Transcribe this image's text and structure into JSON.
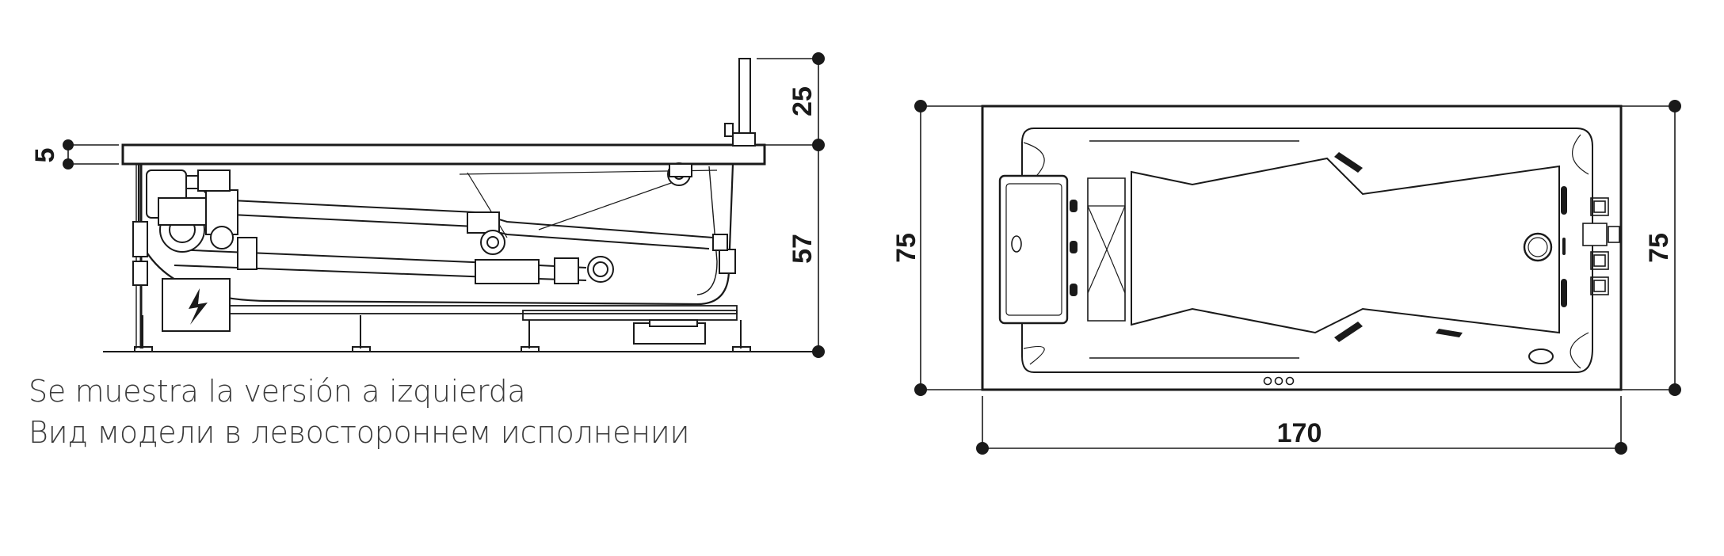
{
  "dimensions": {
    "side_rim": "5",
    "side_faucet": "25",
    "side_height": "57",
    "top_width_left": "75",
    "top_width_right": "75",
    "top_length": "170"
  },
  "captions": {
    "es": "Se muestra la versión a izquierda",
    "ru": "Вид модели в левостороннем исполнении"
  },
  "icons": {
    "electric_box": "lightning-bolt-icon",
    "control_buttons": "three-dot-icon"
  },
  "colors": {
    "line": "#1a1a1a",
    "text": "#3a3a3a"
  }
}
